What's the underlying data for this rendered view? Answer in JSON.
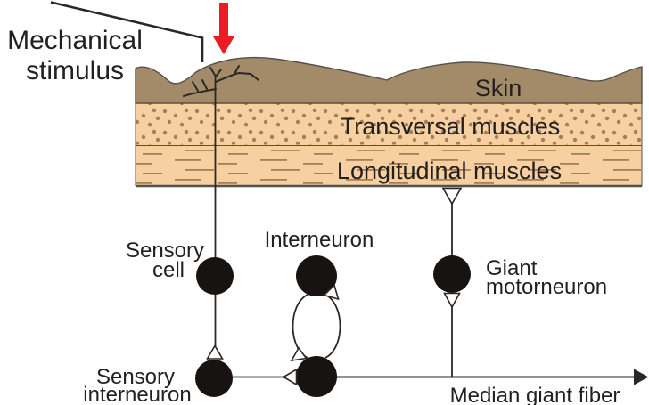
{
  "labels": {
    "mechanical_line1": "Mechanical",
    "mechanical_line2": "stimulus",
    "skin": "Skin",
    "transversal_muscles": "Transversal muscles",
    "longitudinal_muscles": "Longitudinal muscles",
    "sensory_cell_line1": "Sensory",
    "sensory_cell_line2": "cell",
    "interneuron": "Interneuron",
    "giant_line1": "Giant",
    "giant_line2": "motorneuron",
    "sensory_interneuron_line1": "Sensory",
    "sensory_interneuron_line2": "interneuron",
    "median_giant_fiber": "Median giant fiber"
  },
  "colors": {
    "skin": "#a38b69",
    "muscle": "#f6d0a1",
    "speckle": "#a87e57",
    "outline": "#55504a",
    "line": "#2b2724",
    "node": "#161311",
    "red_arrow": "#ea1c24",
    "text": "#231f20"
  },
  "circuit": {
    "stimulus": "Mechanical stimulus",
    "tissue_layers": [
      "Skin",
      "Transversal muscles",
      "Longitudinal muscles"
    ],
    "neurons": [
      "Sensory cell",
      "Sensory interneuron",
      "Interneuron",
      "Giant motorneuron"
    ],
    "fiber": "Median giant fiber",
    "connections": [
      {
        "from": "Mechanical stimulus",
        "to": "Sensory cell dendrites in skin",
        "type": "stimulus arrow"
      },
      {
        "from": "Sensory cell",
        "to": "Sensory interneuron",
        "type": "open-triangle synapse"
      },
      {
        "from": "Sensory interneuron",
        "to": "Interneuron",
        "type": "open-triangle synapse"
      },
      {
        "from": "Interneuron",
        "to": "Interneuron",
        "type": "reciprocal open-triangle synapses (loop)"
      },
      {
        "from": "Interneuron",
        "to": "Median giant fiber",
        "type": "fiber with arrowhead"
      },
      {
        "from": "Median giant fiber",
        "to": "Giant motorneuron",
        "type": "open-triangle synapse"
      },
      {
        "from": "Giant motorneuron",
        "to": "Longitudinal muscles",
        "type": "open-triangle synapse"
      }
    ]
  }
}
